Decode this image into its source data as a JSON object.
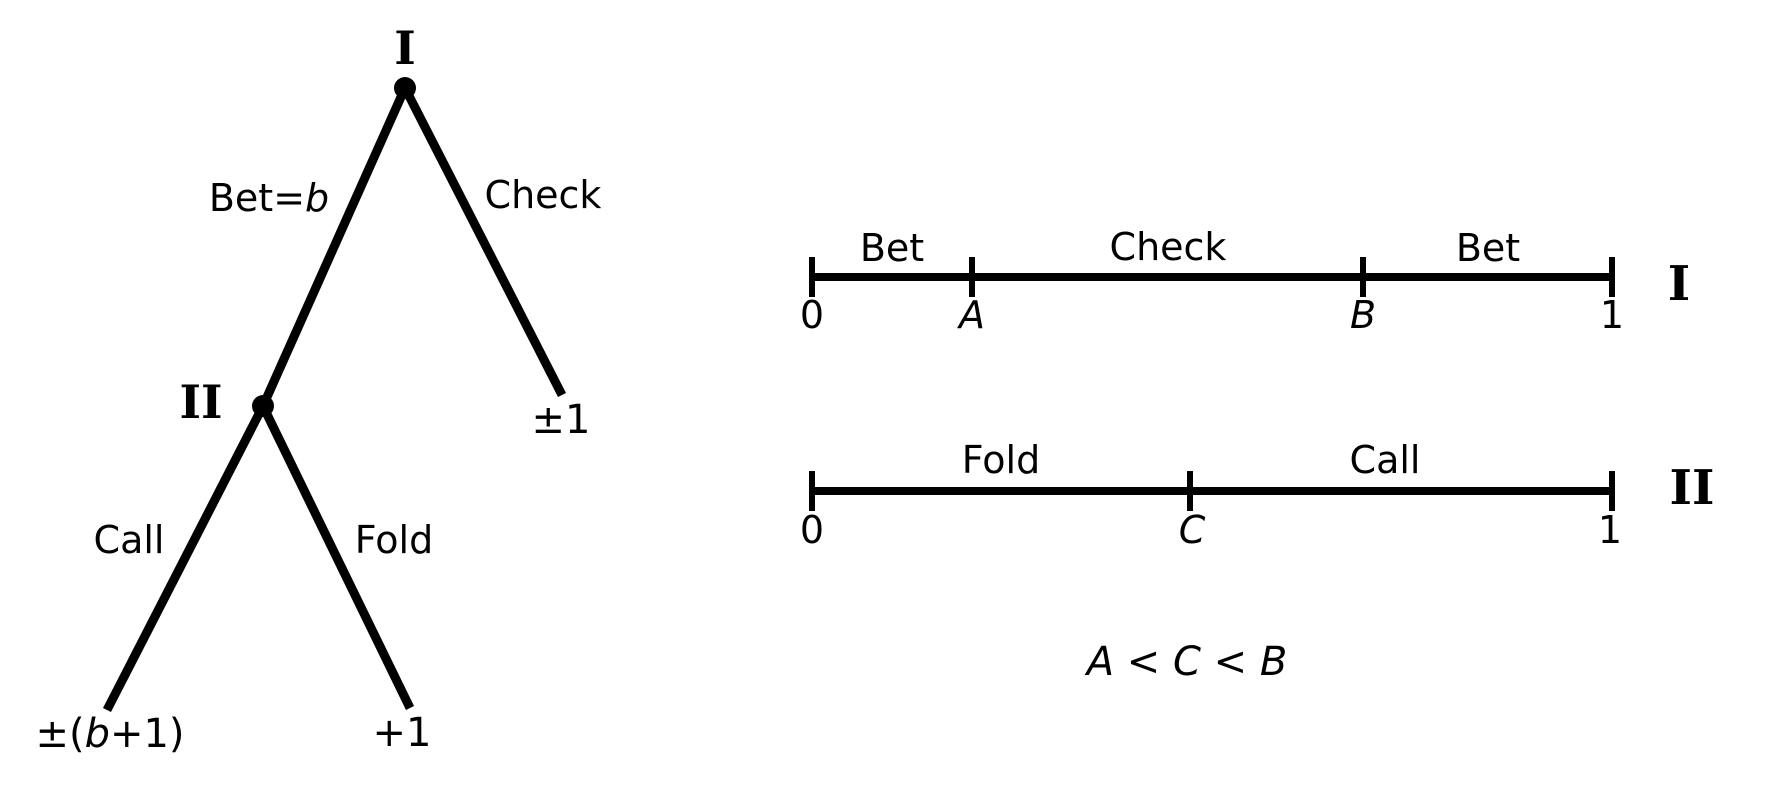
{
  "game_tree": {
    "player1_label": "I",
    "player2_label": "II",
    "edges": {
      "bet": {
        "prefix": "Bet=",
        "var": "b"
      },
      "check": "Check",
      "call": "Call",
      "fold": "Fold"
    },
    "payoffs": {
      "bet_call": {
        "prefix": "±(",
        "var": "b",
        "suffix": "+1)"
      },
      "bet_fold": "+1",
      "check": "±1"
    }
  },
  "strategy_lines": {
    "player1": {
      "player_label": "I",
      "segments": [
        "Bet",
        "Check",
        "Bet"
      ],
      "ticks": [
        "0",
        "A",
        "B",
        "1"
      ]
    },
    "player2": {
      "player_label": "II",
      "segments": [
        "Fold",
        "Call"
      ],
      "ticks": [
        "0",
        "C",
        "1"
      ]
    }
  },
  "caption": "A < C < B",
  "colors": {
    "ink": "#000000",
    "background": "#ffffff"
  }
}
